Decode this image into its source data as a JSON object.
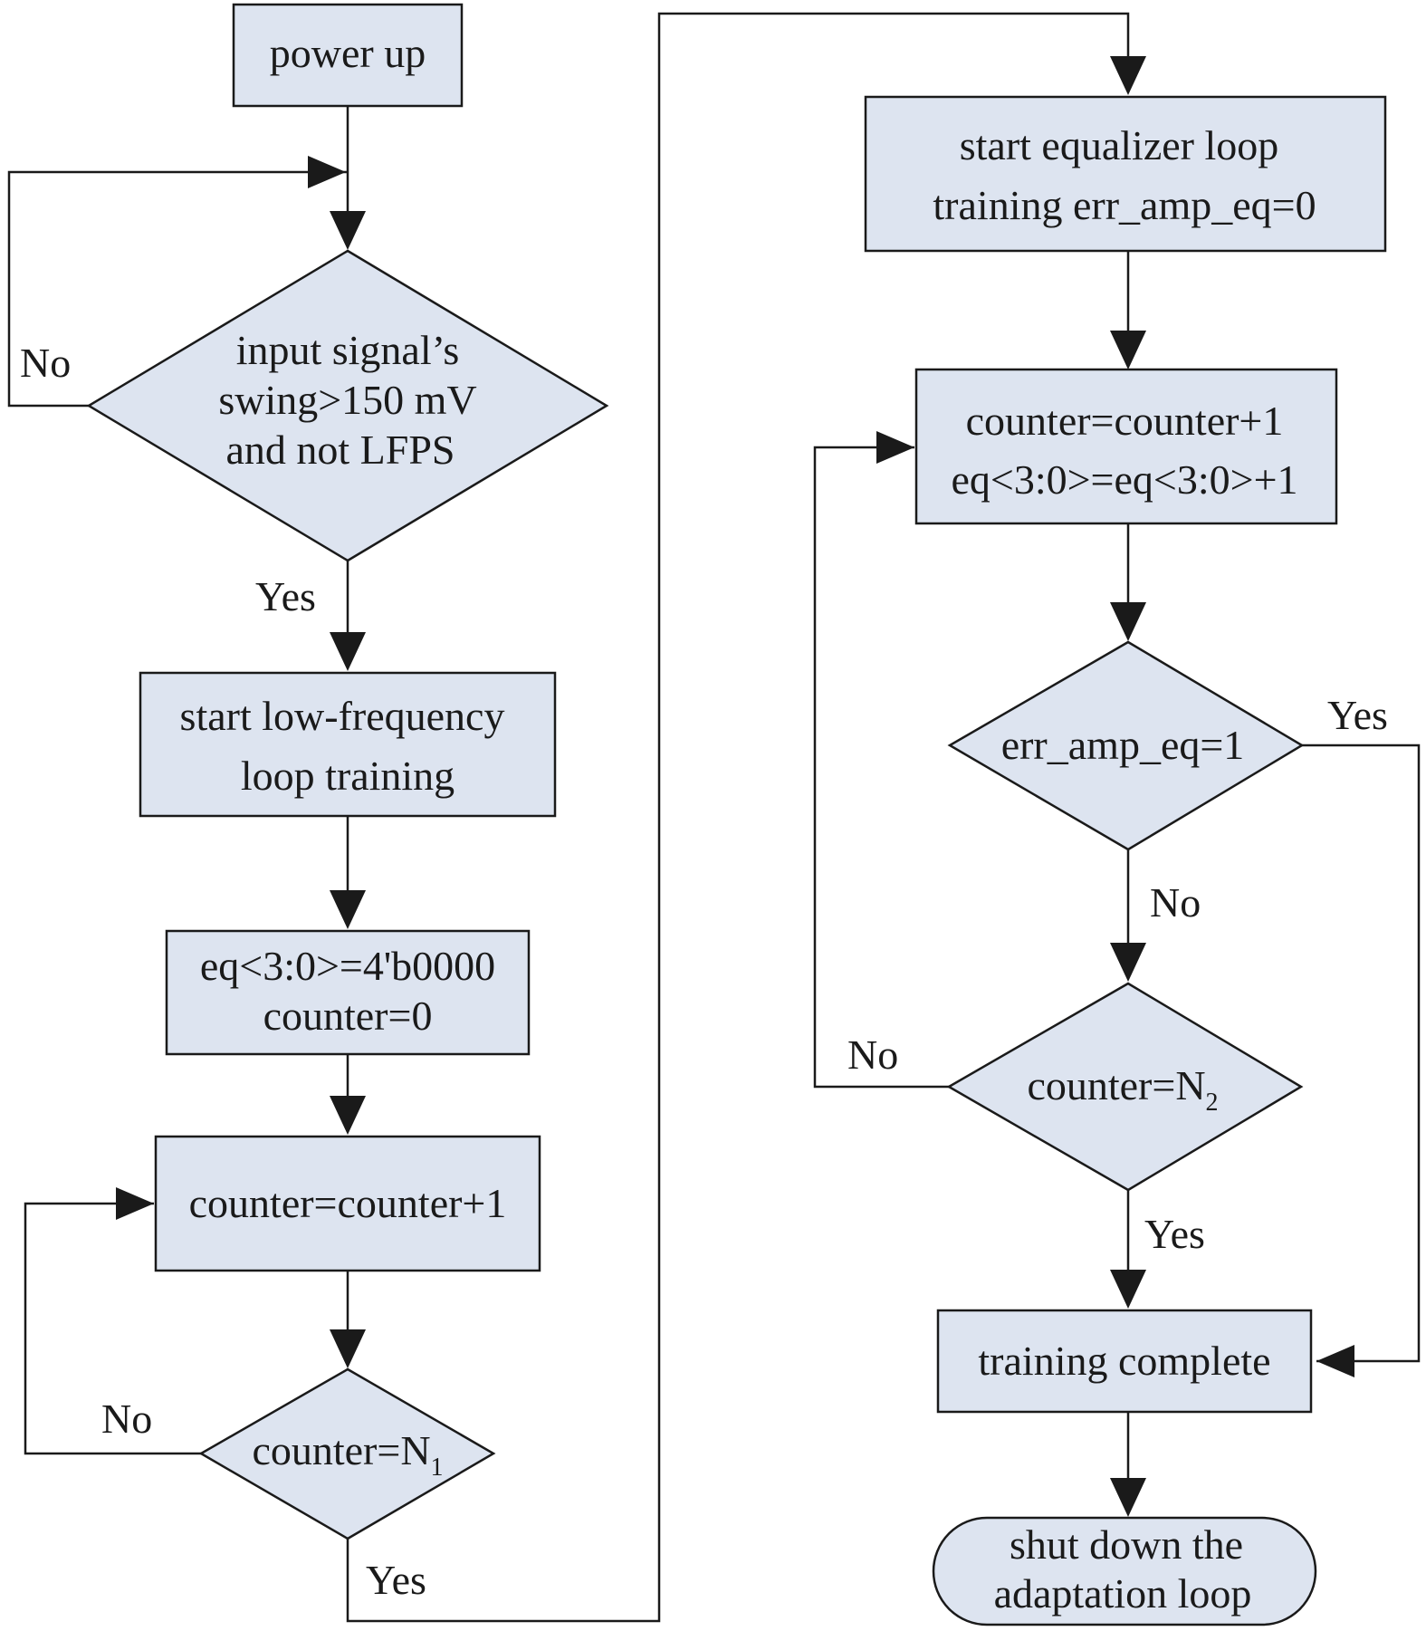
{
  "nodes": {
    "power_up": "power up",
    "swing_check": [
      "input signal’s",
      "swing>150 mV",
      "and not LFPS"
    ],
    "lf_training": [
      "start low-frequency",
      "loop training"
    ],
    "init_eq": [
      "eq<3:0>=4'b0000",
      "counter=0"
    ],
    "counter_inc_1": "counter=counter+1",
    "counter_n1": {
      "main": "counter=N",
      "sub": "1"
    },
    "eq_training": [
      "start equalizer loop",
      "training err_amp_eq=0"
    ],
    "counter_inc_2": [
      "counter=counter+1",
      "eq<3:0>=eq<3:0>+1"
    ],
    "err_check": "err_amp_eq=1",
    "counter_n2": {
      "main": "counter=N",
      "sub": "2"
    },
    "complete": "training complete",
    "shutdown": [
      "shut down the",
      "adaptation loop"
    ]
  },
  "edges": {
    "swing_no": "No",
    "swing_yes": "Yes",
    "n1_no": "No",
    "n1_yes": "Yes",
    "err_yes": "Yes",
    "err_no": "No",
    "n2_no": "No",
    "n2_yes": "Yes"
  }
}
